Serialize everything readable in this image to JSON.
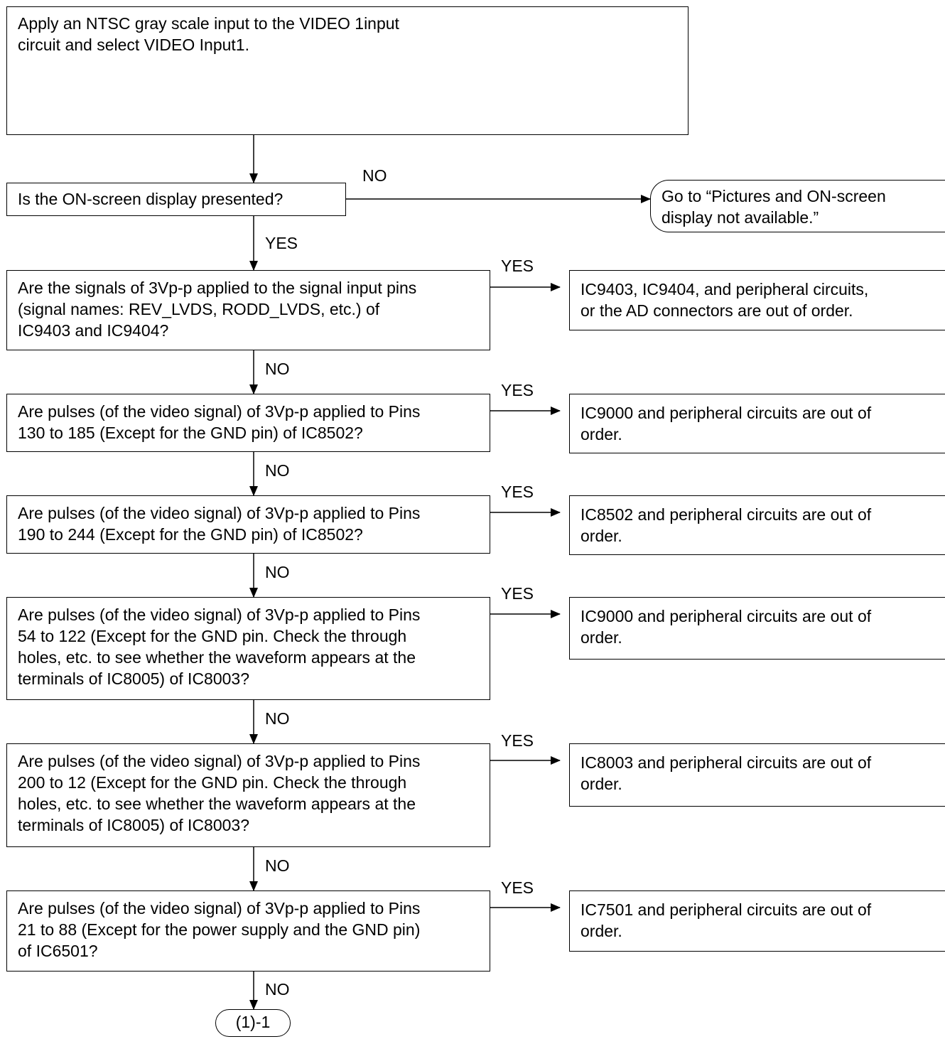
{
  "start": {
    "text": "Apply an NTSC gray scale input to the VIDEO 1input\ncircuit and select VIDEO Input1."
  },
  "q_osd": {
    "text": "Is the ON-screen display presented?",
    "no_label": "NO",
    "yes_label": "YES"
  },
  "goto_box": {
    "text": "Go to “Pictures and ON-screen\ndisplay not available.”"
  },
  "steps": [
    {
      "question": "Are the signals of 3Vp-p applied to the signal input pins\n(signal names: REV_LVDS, RODD_LVDS, etc.) of\nIC9403 and IC9404?",
      "yes_label": "YES",
      "result": "IC9403, IC9404, and peripheral circuits,\nor the AD connectors are out of order.",
      "no_label": "NO"
    },
    {
      "question": "Are pulses (of the video signal) of 3Vp-p applied to Pins\n130 to 185 (Except for the GND pin) of IC8502?",
      "yes_label": "YES",
      "result": "IC9000 and peripheral circuits are out of\norder.",
      "no_label": "NO"
    },
    {
      "question": "Are pulses (of the video signal) of 3Vp-p applied to Pins\n190 to 244 (Except for the GND pin) of IC8502?",
      "yes_label": "YES",
      "result": "IC8502 and peripheral circuits are out of\norder.",
      "no_label": "NO"
    },
    {
      "question": "Are pulses (of the video signal) of 3Vp-p applied to Pins\n54 to 122 (Except for the GND pin. Check the through\nholes, etc. to see whether the waveform appears at the\nterminals of IC8005) of IC8003?",
      "yes_label": "YES",
      "result": "IC9000 and peripheral circuits are out of\norder.",
      "no_label": "NO"
    },
    {
      "question": "Are pulses (of the video signal) of 3Vp-p applied to Pins\n200 to 12 (Except for the GND pin. Check the through\nholes, etc. to see whether the waveform appears at the\nterminals of IC8005) of IC8003?",
      "yes_label": "YES",
      "result": "IC8003 and peripheral circuits are out of\norder.",
      "no_label": "NO"
    },
    {
      "question": "Are pulses (of the video signal) of 3Vp-p applied to Pins\n21 to 88 (Except for the power supply and the GND pin)\nof IC6501?",
      "yes_label": "YES",
      "result": "IC7501 and peripheral circuits are out of\norder.",
      "no_label": "NO"
    }
  ],
  "end_connector": {
    "text": "(1)-1"
  }
}
